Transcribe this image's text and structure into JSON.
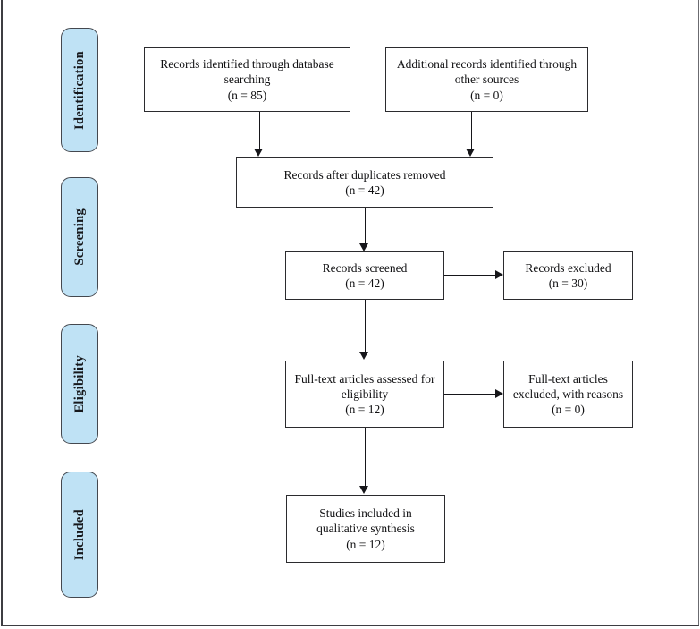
{
  "figure": {
    "type": "prisma-flow-diagram",
    "background_color": "#ffffff",
    "stage_fill_color": "#bfe2f5",
    "stage_border_color": "#44484f",
    "box_border_color": "#2b2b2e",
    "connector_color": "#16161a"
  },
  "stages": [
    {
      "id": "identification",
      "label": "Identification"
    },
    {
      "id": "screening",
      "label": "Screening"
    },
    {
      "id": "eligibility",
      "label": "Eligibility"
    },
    {
      "id": "included",
      "label": "Included"
    }
  ],
  "boxes": {
    "database_search": {
      "text": "Records identified through database\nsearching\n(n =  85)",
      "count": 85
    },
    "other_sources": {
      "text": "Additional records identified through\nother sources\n(n = 0)",
      "count": 0
    },
    "duplicates_removed": {
      "text": "Records after duplicates removed\n(n = 42)",
      "count": 42
    },
    "records_screened": {
      "text": "Records screened\n(n =   42)",
      "count": 42
    },
    "records_excluded": {
      "text": "Records excluded\n(n = 30)",
      "count": 30
    },
    "fulltext_assessed": {
      "text": "Full-text articles assessed for\neligibility\n(n =   12)",
      "count": 12
    },
    "fulltext_excluded": {
      "text": "Full-text articles\nexcluded, with reasons\n(n = 0)",
      "count": 0
    },
    "studies_included": {
      "text": "Studies included in\nqualitative synthesis\n(n =   12)",
      "count": 12
    }
  }
}
